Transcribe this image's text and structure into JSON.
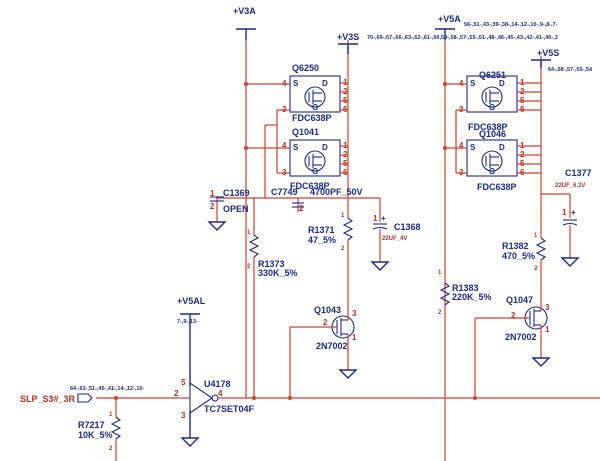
{
  "rails": {
    "v3a": "+V3A",
    "v3s": "+V3S",
    "v5a": "+V5A",
    "v5s": "+V5S",
    "v5al": "+V5AL",
    "v3s_refs": "70-,69-,67-,66-,63-,62-,61-,60,59-,58-,57-,55-,51-,48-,46-,45-,43-,42-,41-,40-,3",
    "v5a_refs": "56-,51-,43-,39-,38-,14-,12-,10-,9-,8-,7-",
    "v5s_refs": "64-,58-,57-,55-,54",
    "v5al_refs": "7-,9-,13-"
  },
  "components": {
    "q6250": {
      "ref": "Q6250",
      "value": "FDC638P"
    },
    "q1041": {
      "ref": "Q1041",
      "value": "FDC638P"
    },
    "q6251": {
      "ref": "Q6251",
      "value": "FDC638P"
    },
    "q1046": {
      "ref": "Q1046",
      "value": "FDC638P"
    },
    "c1369": {
      "ref": "C1369",
      "value": "OPEN"
    },
    "c7749": {
      "ref": "C7749",
      "value": "4700PF_50V"
    },
    "c1368": {
      "ref": "C1368",
      "value": "22UF_4V"
    },
    "c1377": {
      "ref": "C1377",
      "value": "22UF_6.3V"
    },
    "r1371": {
      "ref": "R1371",
      "value": "47_5%"
    },
    "r1373": {
      "ref": "R1373",
      "value": "330K_5%"
    },
    "r1383": {
      "ref": "R1383",
      "value": "220K_5%"
    },
    "r1382": {
      "ref": "R1382",
      "value": "470_5%"
    },
    "r7217": {
      "ref": "R7217",
      "value": "10K_5%"
    },
    "q1043": {
      "ref": "Q1043",
      "value": "2N7002"
    },
    "q1047": {
      "ref": "Q1047",
      "value": "2N7002"
    },
    "u4178": {
      "ref": "U4178",
      "value": "TC7SET04F"
    }
  },
  "signals": {
    "slp_name": "SLP_S3#_3R",
    "slp_refs": "64-,63-,51-,45-,41-,14-,12-,10-"
  },
  "pins": {
    "p1": "1",
    "p2": "2",
    "p3": "3",
    "p4": "4",
    "p5": "5",
    "p6": "6",
    "s": "S",
    "d": "D",
    "g": "G",
    "plus": "+"
  }
}
